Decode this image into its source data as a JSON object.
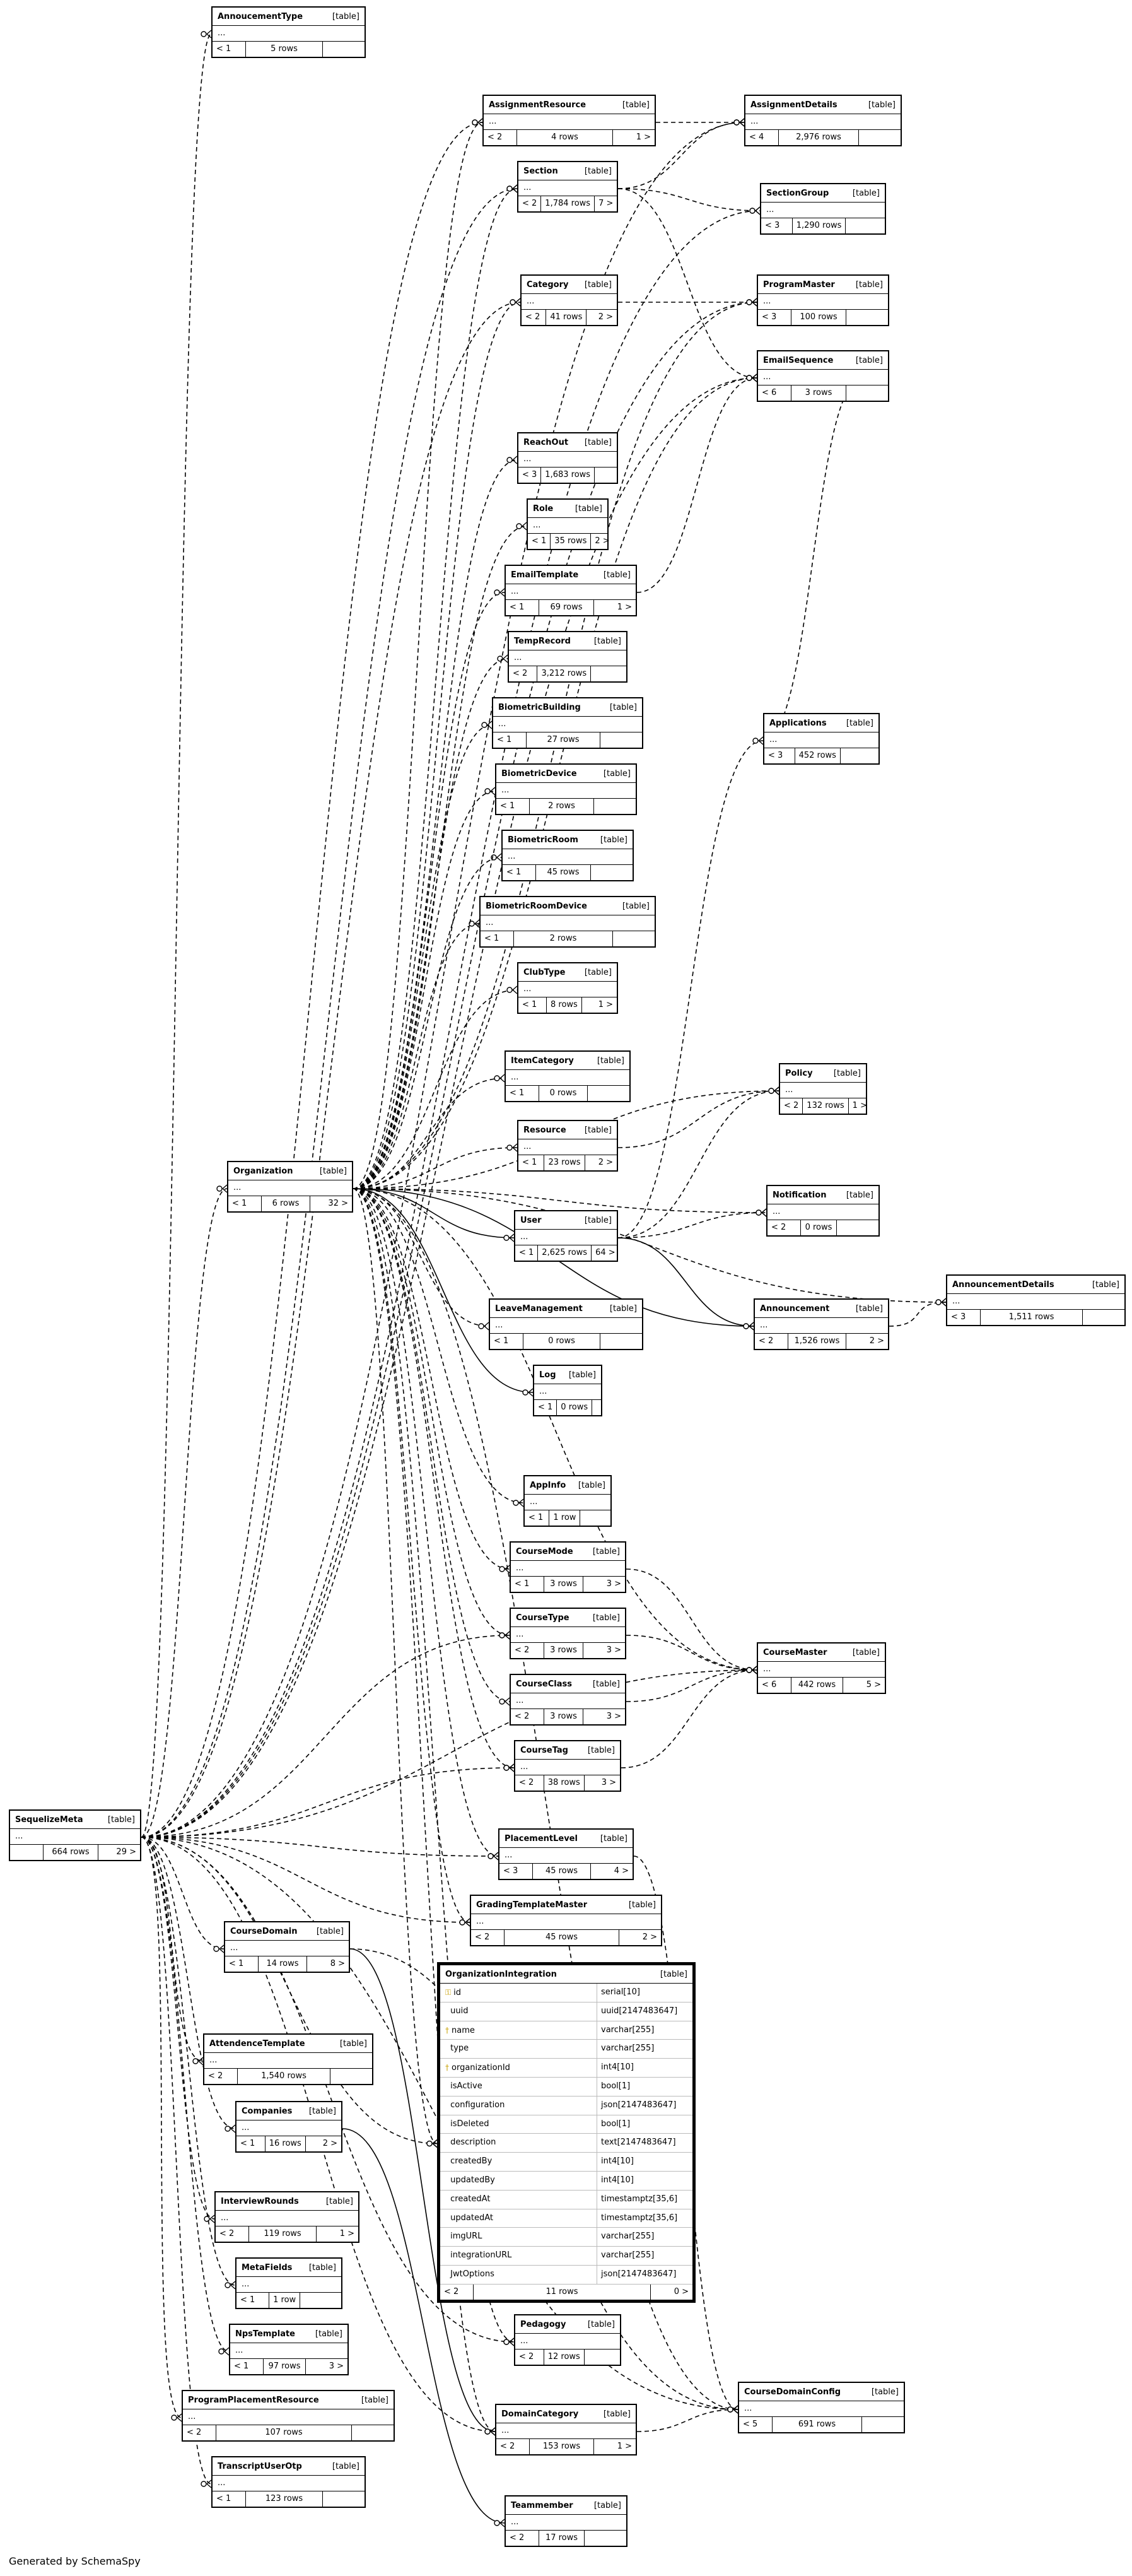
{
  "footer": "Generated by SchemaSpy",
  "table_type_label": "[table]",
  "tables": [
    {
      "id": "AnnoucementType",
      "name": "AnnoucementType",
      "parents": "< 1",
      "rows": "5 rows",
      "children": ""
    },
    {
      "id": "AssignmentResource",
      "name": "AssignmentResource",
      "parents": "< 2",
      "rows": "4 rows",
      "children": "1 >"
    },
    {
      "id": "AssignmentDetails",
      "name": "AssignmentDetails",
      "parents": "< 4",
      "rows": "2,976 rows",
      "children": ""
    },
    {
      "id": "Section",
      "name": "Section",
      "parents": "< 2",
      "rows": "1,784 rows",
      "children": "7 >"
    },
    {
      "id": "SectionGroup",
      "name": "SectionGroup",
      "parents": "< 3",
      "rows": "1,290 rows",
      "children": ""
    },
    {
      "id": "Category",
      "name": "Category",
      "parents": "< 2",
      "rows": "41 rows",
      "children": "2 >"
    },
    {
      "id": "ProgramMaster",
      "name": "ProgramMaster",
      "parents": "< 3",
      "rows": "100 rows",
      "children": ""
    },
    {
      "id": "EmailSequence",
      "name": "EmailSequence",
      "parents": "< 6",
      "rows": "3 rows",
      "children": ""
    },
    {
      "id": "ReachOut",
      "name": "ReachOut",
      "parents": "< 3",
      "rows": "1,683 rows",
      "children": ""
    },
    {
      "id": "Role",
      "name": "Role",
      "parents": "< 1",
      "rows": "35 rows",
      "children": "2 >"
    },
    {
      "id": "EmailTemplate",
      "name": "EmailTemplate",
      "parents": "< 1",
      "rows": "69 rows",
      "children": "1 >"
    },
    {
      "id": "TempRecord",
      "name": "TempRecord",
      "parents": "< 2",
      "rows": "3,212 rows",
      "children": ""
    },
    {
      "id": "BiometricBuilding",
      "name": "BiometricBuilding",
      "parents": "< 1",
      "rows": "27 rows",
      "children": ""
    },
    {
      "id": "Applications",
      "name": "Applications",
      "parents": "< 3",
      "rows": "452 rows",
      "children": ""
    },
    {
      "id": "BiometricDevice",
      "name": "BiometricDevice",
      "parents": "< 1",
      "rows": "2 rows",
      "children": ""
    },
    {
      "id": "BiometricRoom",
      "name": "BiometricRoom",
      "parents": "< 1",
      "rows": "45 rows",
      "children": ""
    },
    {
      "id": "BiometricRoomDevice",
      "name": "BiometricRoomDevice",
      "parents": "< 1",
      "rows": "2 rows",
      "children": ""
    },
    {
      "id": "ClubType",
      "name": "ClubType",
      "parents": "< 1",
      "rows": "8 rows",
      "children": "1 >"
    },
    {
      "id": "ItemCategory",
      "name": "ItemCategory",
      "parents": "< 1",
      "rows": "0 rows",
      "children": ""
    },
    {
      "id": "Policy",
      "name": "Policy",
      "parents": "< 2",
      "rows": "132 rows",
      "children": "1 >"
    },
    {
      "id": "Resource",
      "name": "Resource",
      "parents": "< 1",
      "rows": "23 rows",
      "children": "2 >"
    },
    {
      "id": "Organization",
      "name": "Organization",
      "parents": "< 1",
      "rows": "6 rows",
      "children": "32 >"
    },
    {
      "id": "Notification",
      "name": "Notification",
      "parents": "< 2",
      "rows": "0 rows",
      "children": ""
    },
    {
      "id": "User",
      "name": "User",
      "parents": "< 1",
      "rows": "2,625 rows",
      "children": "64 >"
    },
    {
      "id": "AnnouncementDetails",
      "name": "AnnouncementDetails",
      "parents": "< 3",
      "rows": "1,511 rows",
      "children": ""
    },
    {
      "id": "LeaveManagement",
      "name": "LeaveManagement",
      "parents": "< 1",
      "rows": "0 rows",
      "children": ""
    },
    {
      "id": "Announcement",
      "name": "Announcement",
      "parents": "< 2",
      "rows": "1,526 rows",
      "children": "2 >"
    },
    {
      "id": "Log",
      "name": "Log",
      "parents": "< 1",
      "rows": "0 rows",
      "children": ""
    },
    {
      "id": "AppInfo",
      "name": "AppInfo",
      "parents": "< 1",
      "rows": "1 row",
      "children": ""
    },
    {
      "id": "CourseMode",
      "name": "CourseMode",
      "parents": "< 1",
      "rows": "3 rows",
      "children": "3 >"
    },
    {
      "id": "CourseType",
      "name": "CourseType",
      "parents": "< 2",
      "rows": "3 rows",
      "children": "3 >"
    },
    {
      "id": "CourseMaster",
      "name": "CourseMaster",
      "parents": "< 6",
      "rows": "442 rows",
      "children": "5 >"
    },
    {
      "id": "CourseClass",
      "name": "CourseClass",
      "parents": "< 2",
      "rows": "3 rows",
      "children": "3 >"
    },
    {
      "id": "CourseTag",
      "name": "CourseTag",
      "parents": "< 2",
      "rows": "38 rows",
      "children": "3 >"
    },
    {
      "id": "SequelizeMeta",
      "name": "SequelizeMeta",
      "parents": "",
      "rows": "664 rows",
      "children": "29 >"
    },
    {
      "id": "PlacementLevel",
      "name": "PlacementLevel",
      "parents": "< 3",
      "rows": "45 rows",
      "children": "4 >"
    },
    {
      "id": "GradingTemplateMaster",
      "name": "GradingTemplateMaster",
      "parents": "< 2",
      "rows": "45 rows",
      "children": "2 >"
    },
    {
      "id": "CourseDomain",
      "name": "CourseDomain",
      "parents": "< 1",
      "rows": "14 rows",
      "children": "8 >"
    },
    {
      "id": "AttendenceTemplate",
      "name": "AttendenceTemplate",
      "parents": "< 2",
      "rows": "1,540 rows",
      "children": ""
    },
    {
      "id": "Companies",
      "name": "Companies",
      "parents": "< 1",
      "rows": "16 rows",
      "children": "2 >"
    },
    {
      "id": "InterviewRounds",
      "name": "InterviewRounds",
      "parents": "< 2",
      "rows": "119 rows",
      "children": "1 >"
    },
    {
      "id": "MetaFields",
      "name": "MetaFields",
      "parents": "< 1",
      "rows": "1 row",
      "children": ""
    },
    {
      "id": "NpsTemplate",
      "name": "NpsTemplate",
      "parents": "< 1",
      "rows": "97 rows",
      "children": "3 >"
    },
    {
      "id": "ProgramPlacementResource",
      "name": "ProgramPlacementResource",
      "parents": "< 2",
      "rows": "107 rows",
      "children": ""
    },
    {
      "id": "TranscriptUserOtp",
      "name": "TranscriptUserOtp",
      "parents": "< 1",
      "rows": "123 rows",
      "children": ""
    },
    {
      "id": "Pedagogy",
      "name": "Pedagogy",
      "parents": "< 2",
      "rows": "12 rows",
      "children": ""
    },
    {
      "id": "DomainCategory",
      "name": "DomainCategory",
      "parents": "< 2",
      "rows": "153 rows",
      "children": "1 >"
    },
    {
      "id": "CourseDomainConfig",
      "name": "CourseDomainConfig",
      "parents": "< 5",
      "rows": "691 rows",
      "children": ""
    },
    {
      "id": "Teammember",
      "name": "Teammember",
      "parents": "< 2",
      "rows": "17 rows",
      "children": ""
    }
  ],
  "focus_table": {
    "name": "OrganizationIntegration",
    "parents": "< 2",
    "rows": "11 rows",
    "children": "0 >",
    "columns": [
      {
        "name": "id",
        "type": "serial[10]",
        "key": "pk"
      },
      {
        "name": "uuid",
        "type": "uuid[2147483647]",
        "key": ""
      },
      {
        "name": "name",
        "type": "varchar[255]",
        "key": "index"
      },
      {
        "name": "type",
        "type": "varchar[255]",
        "key": ""
      },
      {
        "name": "organizationId",
        "type": "int4[10]",
        "key": "index"
      },
      {
        "name": "isActive",
        "type": "bool[1]",
        "key": ""
      },
      {
        "name": "configuration",
        "type": "json[2147483647]",
        "key": ""
      },
      {
        "name": "isDeleted",
        "type": "bool[1]",
        "key": ""
      },
      {
        "name": "description",
        "type": "text[2147483647]",
        "key": ""
      },
      {
        "name": "createdBy",
        "type": "int4[10]",
        "key": ""
      },
      {
        "name": "updatedBy",
        "type": "int4[10]",
        "key": ""
      },
      {
        "name": "createdAt",
        "type": "timestamptz[35,6]",
        "key": ""
      },
      {
        "name": "updatedAt",
        "type": "timestamptz[35,6]",
        "key": ""
      },
      {
        "name": "imgURL",
        "type": "varchar[255]",
        "key": ""
      },
      {
        "name": "integrationURL",
        "type": "varchar[255]",
        "key": ""
      },
      {
        "name": "JwtOptions",
        "type": "json[2147483647]",
        "key": ""
      }
    ]
  },
  "relationships": [
    {
      "from": "Organization",
      "to": "AssignmentResource",
      "style": "dashed"
    },
    {
      "from": "Organization",
      "to": "Section",
      "style": "dashed"
    },
    {
      "from": "Organization",
      "to": "Category",
      "style": "dashed"
    },
    {
      "from": "Organization",
      "to": "ProgramMaster",
      "style": "dashed"
    },
    {
      "from": "Organization",
      "to": "EmailSequence",
      "style": "dashed"
    },
    {
      "from": "Organization",
      "to": "ReachOut",
      "style": "dashed"
    },
    {
      "from": "Organization",
      "to": "Role",
      "style": "dashed"
    },
    {
      "from": "Organization",
      "to": "EmailTemplate",
      "style": "dashed"
    },
    {
      "from": "Organization",
      "to": "TempRecord",
      "style": "dashed"
    },
    {
      "from": "Organization",
      "to": "BiometricBuilding",
      "style": "dashed"
    },
    {
      "from": "Organization",
      "to": "BiometricDevice",
      "style": "dashed"
    },
    {
      "from": "Organization",
      "to": "BiometricRoom",
      "style": "dashed"
    },
    {
      "from": "Organization",
      "to": "BiometricRoomDevice",
      "style": "dashed"
    },
    {
      "from": "Organization",
      "to": "ClubType",
      "style": "dashed"
    },
    {
      "from": "Organization",
      "to": "ItemCategory",
      "style": "dashed"
    },
    {
      "from": "Organization",
      "to": "Resource",
      "style": "dashed"
    },
    {
      "from": "Organization",
      "to": "Policy",
      "style": "dashed"
    },
    {
      "from": "Organization",
      "to": "Notification",
      "style": "dashed"
    },
    {
      "from": "Organization",
      "to": "User",
      "style": "solid"
    },
    {
      "from": "Organization",
      "to": "AnnouncementDetails",
      "style": "dashed"
    },
    {
      "from": "Organization",
      "to": "LeaveManagement",
      "style": "dashed"
    },
    {
      "from": "Organization",
      "to": "Log",
      "style": "solid"
    },
    {
      "from": "Organization",
      "to": "Announcement",
      "style": "solid"
    },
    {
      "from": "Organization",
      "to": "AppInfo",
      "style": "dashed"
    },
    {
      "from": "Organization",
      "to": "CourseMode",
      "style": "dashed"
    },
    {
      "from": "Organization",
      "to": "CourseType",
      "style": "dashed"
    },
    {
      "from": "Organization",
      "to": "CourseClass",
      "style": "dashed"
    },
    {
      "from": "Organization",
      "to": "CourseTag",
      "style": "dashed"
    },
    {
      "from": "Organization",
      "to": "CourseMaster",
      "style": "dashed"
    },
    {
      "from": "Organization",
      "to": "PlacementLevel",
      "style": "dashed"
    },
    {
      "from": "Organization",
      "to": "GradingTemplateMaster",
      "style": "dashed"
    },
    {
      "from": "Organization",
      "to": "OrganizationIntegration",
      "style": "dashed"
    },
    {
      "from": "Organization",
      "to": "Pedagogy",
      "style": "dashed"
    },
    {
      "from": "Organization",
      "to": "DomainCategory",
      "style": "dashed"
    },
    {
      "from": "Organization",
      "to": "CourseDomainConfig",
      "style": "dashed"
    },
    {
      "from": "SequelizeMeta",
      "to": "AnnoucementType",
      "style": "dashed"
    },
    {
      "from": "SequelizeMeta",
      "to": "AssignmentResource",
      "style": "dashed"
    },
    {
      "from": "SequelizeMeta",
      "to": "AssignmentDetails",
      "style": "dashed"
    },
    {
      "from": "SequelizeMeta",
      "to": "Section",
      "style": "dashed"
    },
    {
      "from": "SequelizeMeta",
      "to": "SectionGroup",
      "style": "dashed"
    },
    {
      "from": "SequelizeMeta",
      "to": "Category",
      "style": "dashed"
    },
    {
      "from": "SequelizeMeta",
      "to": "ProgramMaster",
      "style": "dashed"
    },
    {
      "from": "SequelizeMeta",
      "to": "EmailSequence",
      "style": "dashed"
    },
    {
      "from": "SequelizeMeta",
      "to": "Organization",
      "style": "dashed"
    },
    {
      "from": "SequelizeMeta",
      "to": "CourseType",
      "style": "dashed"
    },
    {
      "from": "SequelizeMeta",
      "to": "CourseTag",
      "style": "dashed"
    },
    {
      "from": "SequelizeMeta",
      "to": "CourseMaster",
      "style": "dashed"
    },
    {
      "from": "SequelizeMeta",
      "to": "PlacementLevel",
      "style": "dashed"
    },
    {
      "from": "SequelizeMeta",
      "to": "GradingTemplateMaster",
      "style": "dashed"
    },
    {
      "from": "SequelizeMeta",
      "to": "CourseDomain",
      "style": "dashed"
    },
    {
      "from": "SequelizeMeta",
      "to": "AttendenceTemplate",
      "style": "dashed"
    },
    {
      "from": "SequelizeMeta",
      "to": "Companies",
      "style": "dashed"
    },
    {
      "from": "SequelizeMeta",
      "to": "InterviewRounds",
      "style": "dashed"
    },
    {
      "from": "SequelizeMeta",
      "to": "MetaFields",
      "style": "dashed"
    },
    {
      "from": "SequelizeMeta",
      "to": "NpsTemplate",
      "style": "dashed"
    },
    {
      "from": "SequelizeMeta",
      "to": "ProgramPlacementResource",
      "style": "dashed"
    },
    {
      "from": "SequelizeMeta",
      "to": "TranscriptUserOtp",
      "style": "dashed"
    },
    {
      "from": "SequelizeMeta",
      "to": "OrganizationIntegration",
      "style": "dashed"
    },
    {
      "from": "SequelizeMeta",
      "to": "Pedagogy",
      "style": "dashed"
    },
    {
      "from": "SequelizeMeta",
      "to": "DomainCategory",
      "style": "dashed"
    },
    {
      "from": "SequelizeMeta",
      "to": "CourseDomainConfig",
      "style": "dashed"
    },
    {
      "from": "AssignmentResource",
      "to": "AssignmentDetails",
      "style": "dashed"
    },
    {
      "from": "Section",
      "to": "AssignmentDetails",
      "style": "dashed"
    },
    {
      "from": "Section",
      "to": "SectionGroup",
      "style": "dashed"
    },
    {
      "from": "Section",
      "to": "EmailSequence",
      "style": "dashed"
    },
    {
      "from": "Category",
      "to": "ProgramMaster",
      "style": "dashed"
    },
    {
      "from": "EmailTemplate",
      "to": "EmailSequence",
      "style": "dashed"
    },
    {
      "from": "EmailSequence",
      "to": "Applications",
      "style": "dashed"
    },
    {
      "from": "Resource",
      "to": "Policy",
      "style": "dashed"
    },
    {
      "from": "User",
      "to": "Policy",
      "style": "dashed"
    },
    {
      "from": "User",
      "to": "Notification",
      "style": "dashed"
    },
    {
      "from": "User",
      "to": "Announcement",
      "style": "solid"
    },
    {
      "from": "User",
      "to": "Applications",
      "style": "dashed"
    },
    {
      "from": "Announcement",
      "to": "AnnouncementDetails",
      "style": "dashed"
    },
    {
      "from": "CourseMode",
      "to": "CourseMaster",
      "style": "dashed"
    },
    {
      "from": "CourseType",
      "to": "CourseMaster",
      "style": "dashed"
    },
    {
      "from": "CourseClass",
      "to": "CourseMaster",
      "style": "dashed"
    },
    {
      "from": "CourseTag",
      "to": "CourseMaster",
      "style": "dashed"
    },
    {
      "from": "PlacementLevel",
      "to": "CourseDomainConfig",
      "style": "dashed"
    },
    {
      "from": "CourseDomain",
      "to": "DomainCategory",
      "style": "solid"
    },
    {
      "from": "CourseDomain",
      "to": "CourseDomainConfig",
      "style": "dashed"
    },
    {
      "from": "Companies",
      "to": "Teammember",
      "style": "solid"
    },
    {
      "from": "DomainCategory",
      "to": "CourseDomainConfig",
      "style": "dashed"
    }
  ]
}
